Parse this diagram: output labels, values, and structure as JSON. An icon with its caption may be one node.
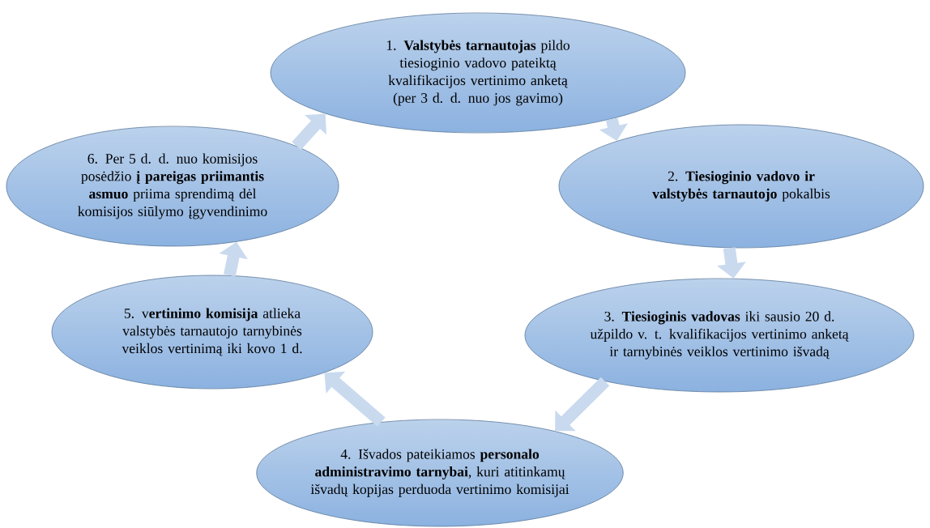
{
  "diagram": {
    "nodes": [
      {
        "text": [
          "1. **Valstybės tarnautojas** pildo tiesioginio vadovo pateiktą kvalifikacijos vertinimo anketą (per 3 d. d. nuo jos gavimo)"
        ]
      },
      {
        "text": [
          "2. **Tiesioginio vadovo ir valstybės tarnautojo** pokalbis"
        ]
      },
      {
        "text": [
          "3. **Tiesioginis vadovas** iki sausio 20 d. užpildo v. t. kvalifikacijos vertinimo anketą ir tarnybinės veiklos vertinimo išvadą"
        ]
      },
      {
        "text": [
          "4. Išvados pateikiamos **personalo administravimo tarnybai**, kuri atitinkamų išvadų kopijas perduoda vertinimo komisijai"
        ]
      },
      {
        "text": [
          "5. v**ertinimo komisija** atlieka valstybės tarnautojo tarnybinės veiklos vertinimą iki kovo 1 d."
        ]
      },
      {
        "text": [
          "6. Per 5 d. d. nuo komisijos posėdžio **į pareigas priimantis asmuo** priima sprendimą dėl komisijos siūlymo įgyvendinimo"
        ]
      }
    ],
    "edges": [
      {
        "from": 0,
        "to": 1,
        "arrow": "to"
      },
      {
        "from": 1,
        "to": 2,
        "arrow": "to"
      },
      {
        "from": 2,
        "to": 3,
        "arrow": "to"
      },
      {
        "from": 3,
        "to": 4,
        "arrow": "to"
      },
      {
        "from": 4,
        "to": 5,
        "arrow": "to"
      },
      {
        "from": 5,
        "to": 0,
        "arrow": "to"
      }
    ]
  }
}
